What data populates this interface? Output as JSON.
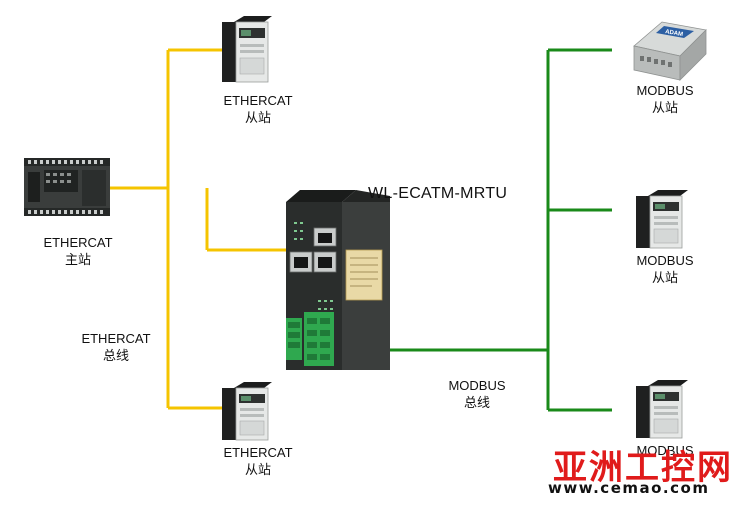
{
  "diagram": {
    "gateway_title": "WL-ECATM-MRTU",
    "ethercat_master": {
      "line1": "ETHERCAT",
      "line2": "主站"
    },
    "ethercat_bus": {
      "line1": "ETHERCAT",
      "line2": "总线"
    },
    "ethercat_slave_top": {
      "line1": "ETHERCAT",
      "line2": "从站"
    },
    "ethercat_slave_bottom": {
      "line1": "ETHERCAT",
      "line2": "从站"
    },
    "modbus_slave_top": {
      "line1": "MODBUS",
      "line2": "从站"
    },
    "modbus_slave_middle": {
      "line1": "MODBUS",
      "line2": "从站"
    },
    "modbus_slave_bottom": {
      "line1": "MODBUS"
    },
    "modbus_bus": {
      "line1": "MODBUS",
      "line2": "总线"
    },
    "adam_module_brand": "ADAM"
  },
  "watermark": {
    "cn": "亚洲工控网",
    "url": "www.cemao.com"
  },
  "colors": {
    "ethercat_line": "#f5c400",
    "modbus_line": "#1a8a1a",
    "device_dark": "#2a2d2c",
    "terminal_green": "#2fa84f",
    "watermark_red": "#e01b1b"
  }
}
